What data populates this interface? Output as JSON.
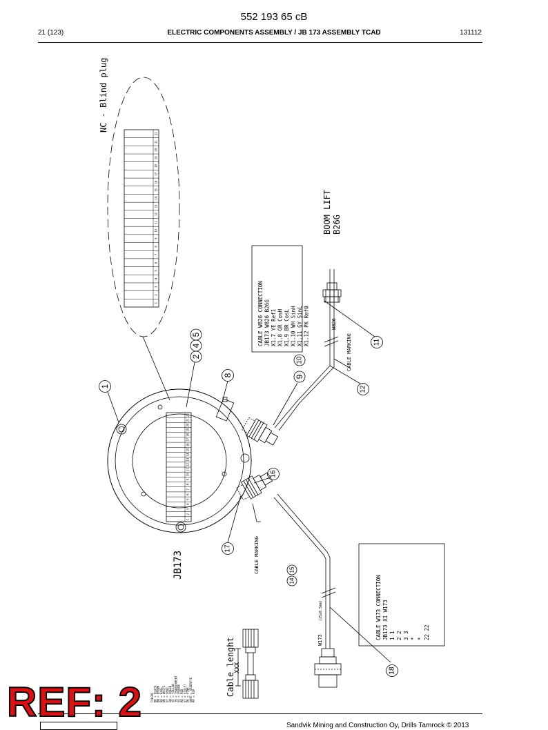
{
  "header": {
    "doc_number": "552 193 65 cB",
    "page": "21 (123)",
    "title": "ELECTRIC COMPONENTS ASSEMBLY / JB 173 ASSEMBLY TCAD",
    "date_code": "131112"
  },
  "footer": {
    "copyright": "Sandvik Mining and Construction Oy, Drills Tamrock © 2013",
    "stamp": "REF: 2"
  },
  "drawing": {
    "blind_plug_label": "NC - Blind plug",
    "terminal_numbers": [
      "1",
      "2",
      "3",
      "4",
      "5",
      "6",
      "7",
      "8",
      "9",
      "10",
      "11",
      "12",
      "13",
      "14",
      "15",
      "16",
      "17",
      "18",
      "19",
      "20",
      "21",
      "22"
    ],
    "device_label": "JB173",
    "boom_lift_line1": "BOOM LIFT",
    "boom_lift_line2": "B26G",
    "cable_marking_1": "CABLE MARKING",
    "cable_marking_2": "CABLE MARKING",
    "cable_w826_label": "W826",
    "cable_w173_label": "W173",
    "cable_w173_spec": "(25x0.5mm)",
    "cable_length_label": "Cable lenght",
    "cable_length_value": "XXX",
    "table_w826": {
      "title": "CABLE W826 CONNECTION",
      "header": "JB173 W826 B26G",
      "rows": [
        "X1.7  YE  Ref1",
        "X1.8  GR  CosH",
        "X1.9  BR  CosL",
        "X1.10 WH  SinH",
        "X1.11 GY  SinL",
        "X1.12 PK  Ref0"
      ]
    },
    "table_w173": {
      "title": "CABLE W173 CONNECTION",
      "header": "JB173 X1   W173",
      "rows": [
        "1      1",
        "2      2",
        "3      3",
        "  *",
        "  *",
        "22     22"
      ]
    },
    "color_legend": [
      "COLORS",
      "BK = BLACK",
      "BN = BROWN",
      "BU = BLUE",
      "WH = WHITE",
      "GY = GRAY",
      "GN = GREEN",
      "YE = YELLOW",
      "TR = TRANSPARENT",
      "OG = ORANGE",
      "RD = RED",
      "VT = VIOLET",
      "PK = PINK",
      "GNYE = GREEN/YE",
      "RP = RIP"
    ],
    "balloons": [
      {
        "id": "b1",
        "label": "1"
      },
      {
        "id": "b2",
        "label": "2"
      },
      {
        "id": "b4",
        "label": "4"
      },
      {
        "id": "b5",
        "label": "5"
      },
      {
        "id": "b8",
        "label": "8"
      },
      {
        "id": "b9",
        "label": "9"
      },
      {
        "id": "b10",
        "label": "10"
      },
      {
        "id": "b11",
        "label": "11"
      },
      {
        "id": "b12",
        "label": "12"
      },
      {
        "id": "b14",
        "label": "14"
      },
      {
        "id": "b15",
        "label": "15"
      },
      {
        "id": "b16",
        "label": "16"
      },
      {
        "id": "b17",
        "label": "17"
      },
      {
        "id": "b18",
        "label": "18"
      }
    ]
  }
}
